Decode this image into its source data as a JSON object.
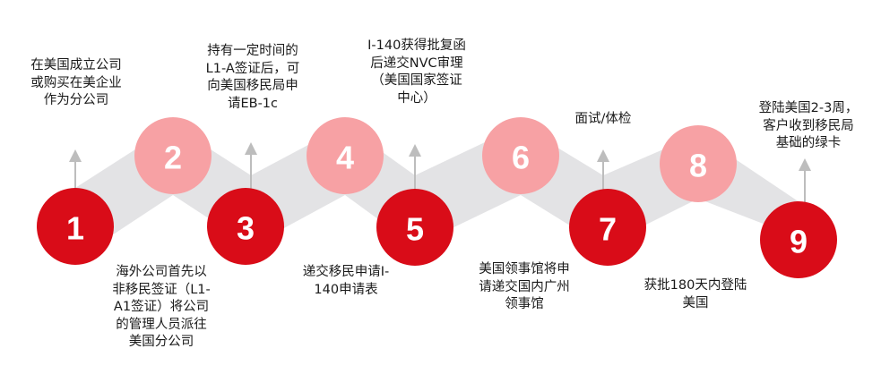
{
  "colors": {
    "band": "#e3e3e5",
    "dark_circle": "#d90c18",
    "light_circle": "#f7a1a4",
    "arrow": "#bdbdbd",
    "number_text": "#ffffff",
    "label_text": "#1a1a1a"
  },
  "steps": [
    {
      "number": "1",
      "style": "dark",
      "label": "海外公司首先以\n非移民签证（L1-\nA1签证）将公司\n的管理人员派往\n美国分公司",
      "label_position": "below"
    },
    {
      "number": "2",
      "style": "light",
      "label": "在美国成立公司\n或购买在美企业\n作为分公司",
      "label_position": "above-left-arrow"
    },
    {
      "number": "3",
      "style": "dark",
      "label": "持有一定时间的\nL1-A签证后，可\n向美国移民局申\n请EB-1c",
      "label_position": "above"
    },
    {
      "number": "4",
      "style": "light",
      "label": "递交移民申请I-\n140申请表",
      "label_position": "below"
    },
    {
      "number": "5",
      "style": "dark",
      "label": "I-140获得批复函\n后递交NVC审理\n（美国国家签证\n中心）",
      "label_position": "above"
    },
    {
      "number": "6",
      "style": "light",
      "label": "美国领事馆将申\n请递交国内广州\n领事馆",
      "label_position": "below"
    },
    {
      "number": "7",
      "style": "dark",
      "label": "面试/体检",
      "label_position": "above"
    },
    {
      "number": "8",
      "style": "light",
      "label": "获批180天内登陆\n美国",
      "label_position": "below"
    },
    {
      "number": "9",
      "style": "dark",
      "label": "登陆美国2-3周，\n客户收到移民局\n基础的绿卡",
      "label_position": "above"
    }
  ]
}
